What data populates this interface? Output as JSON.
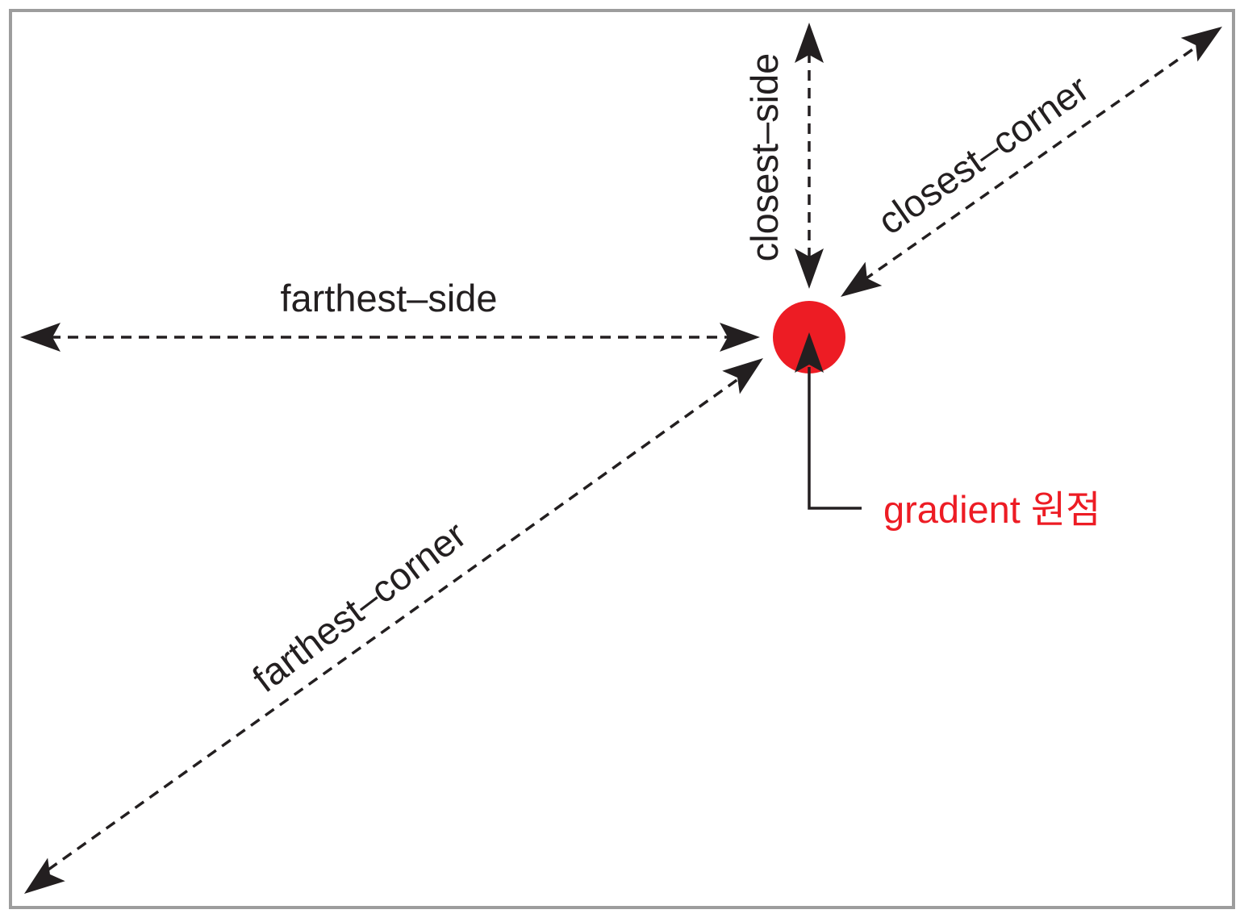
{
  "labels": {
    "farthest_side": "farthest–side",
    "closest_side": "closest–side",
    "closest_corner": "closest–corner",
    "farthest_corner": "farthest–corner",
    "origin": "gradient 원점"
  },
  "colors": {
    "frame": "#9d9d9d",
    "ink": "#231f20",
    "origin": "#ed1c24"
  }
}
